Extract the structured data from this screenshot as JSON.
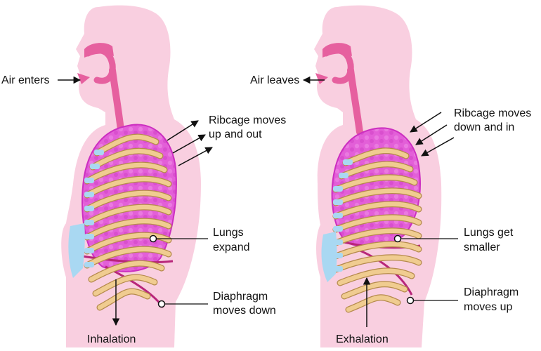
{
  "colors": {
    "body_skin": "#f9cfe0",
    "airway": "#e6609f",
    "lung": "#e35fd8",
    "lung_dark": "#cc2fc0",
    "rib": "#f0cc90",
    "rib_edge": "#b58a4c",
    "cartilage": "#a9d8f2",
    "diaphragm": "#b8267a",
    "arrow": "#111111"
  },
  "inhalation": {
    "air_label": "Air enters",
    "ribcage_label": [
      "Ribcage moves",
      "up and out"
    ],
    "lungs_label": [
      "Lungs",
      "expand"
    ],
    "diaphragm_label": [
      "Diaphragm",
      "moves down"
    ],
    "caption": "Inhalation"
  },
  "exhalation": {
    "air_label": "Air leaves",
    "ribcage_label": [
      "Ribcage moves",
      "down and in"
    ],
    "lungs_label": [
      "Lungs get",
      "smaller"
    ],
    "diaphragm_label": [
      "Diaphragm",
      "moves up"
    ],
    "caption": "Exhalation"
  }
}
